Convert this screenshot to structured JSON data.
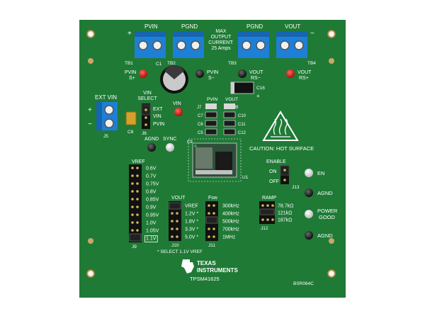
{
  "terminals": {
    "pvin": "PVIN",
    "pgnd_left": "PGND",
    "pgnd_right": "PGND",
    "vout": "VOUT",
    "tb1": "TB1",
    "tb2": "TB2",
    "tb3": "TB3",
    "tb4": "TB4",
    "max_current_1": "MAX",
    "max_current_2": "OUTPUT",
    "max_current_3": "CURRENT:",
    "max_current_4": "25 Amps",
    "plus": "+",
    "minus": "−"
  },
  "test_points": {
    "pvin_s_plus_1": "PVIN",
    "pvin_s_plus_2": "S+",
    "pvin_s_minus_1": "PVIN",
    "pvin_s_minus_2": "S−",
    "vout_rs_minus_1": "VOUT",
    "vout_rs_minus_2": "RS−",
    "vout_rs_plus_1": "VOUT",
    "vout_rs_plus_2": "RS+",
    "vin": "VIN",
    "agnd": "AGND",
    "sync": "SYNC"
  },
  "ext_vin": {
    "label": "EXT VIN",
    "j5": "J5",
    "plus": "+",
    "minus": "−"
  },
  "vin_select": {
    "title_1": "VIN",
    "title_2": "SELECT",
    "opt_ext": "EXT",
    "opt_vin": "VIN",
    "opt_pvin": "PVIN",
    "j6": "J6",
    "c8": "C8"
  },
  "caps": {
    "c1": "C1",
    "c16": "C16",
    "c7": "C7",
    "c6": "C6",
    "c5": "C5",
    "c9": "C9",
    "c10": "C10",
    "c11": "C11",
    "c12": "C12",
    "pvin_j7": "PVIN",
    "vout_j8": "VOUT",
    "j7": "J7",
    "j8": "J8",
    "u1": "U1"
  },
  "caution": {
    "text": "CAUTION: HOT SURFACE"
  },
  "enable": {
    "title": "ENABLE",
    "on": "ON",
    "off": "OFF",
    "j13": "J13"
  },
  "outputs": {
    "en": "EN",
    "agnd_1": "AGND",
    "power_good_1": "POWER",
    "power_good_2": "GOOD",
    "agnd_2": "AGND"
  },
  "vref": {
    "title": "VREF",
    "values": [
      "0.6V",
      "0.7V",
      "0.75V",
      "0.8V",
      "0.85V",
      "0.9V",
      "0.95V",
      "1.0V",
      "1.05V",
      "1.1V"
    ],
    "j9": "J9"
  },
  "vout_sel": {
    "title": "VOUT",
    "values": [
      "VREF",
      "1.2V *",
      "1.8V *",
      "3.3V *",
      "5.0V *"
    ],
    "j10": "J10"
  },
  "fsw": {
    "title": "Fsw",
    "values": [
      "300kHz",
      "400kHz",
      "500kHz",
      "700kHz",
      "1MHz"
    ],
    "j11": "J11"
  },
  "ramp": {
    "title": "RAMP",
    "values": [
      "78.7kΩ",
      "121kΩ",
      "187kΩ"
    ],
    "j12": "J12"
  },
  "footnote": "* SELECT 1.1V VREF",
  "brand": {
    "line1": "TEXAS",
    "line2": "INSTRUMENTS",
    "part": "TPSM41625",
    "board": "BSR064C"
  },
  "colors": {
    "pcb": "#1f7a36",
    "terminal": "#1e7fd6",
    "silk": "#ffffff",
    "red": "#d0221c"
  }
}
